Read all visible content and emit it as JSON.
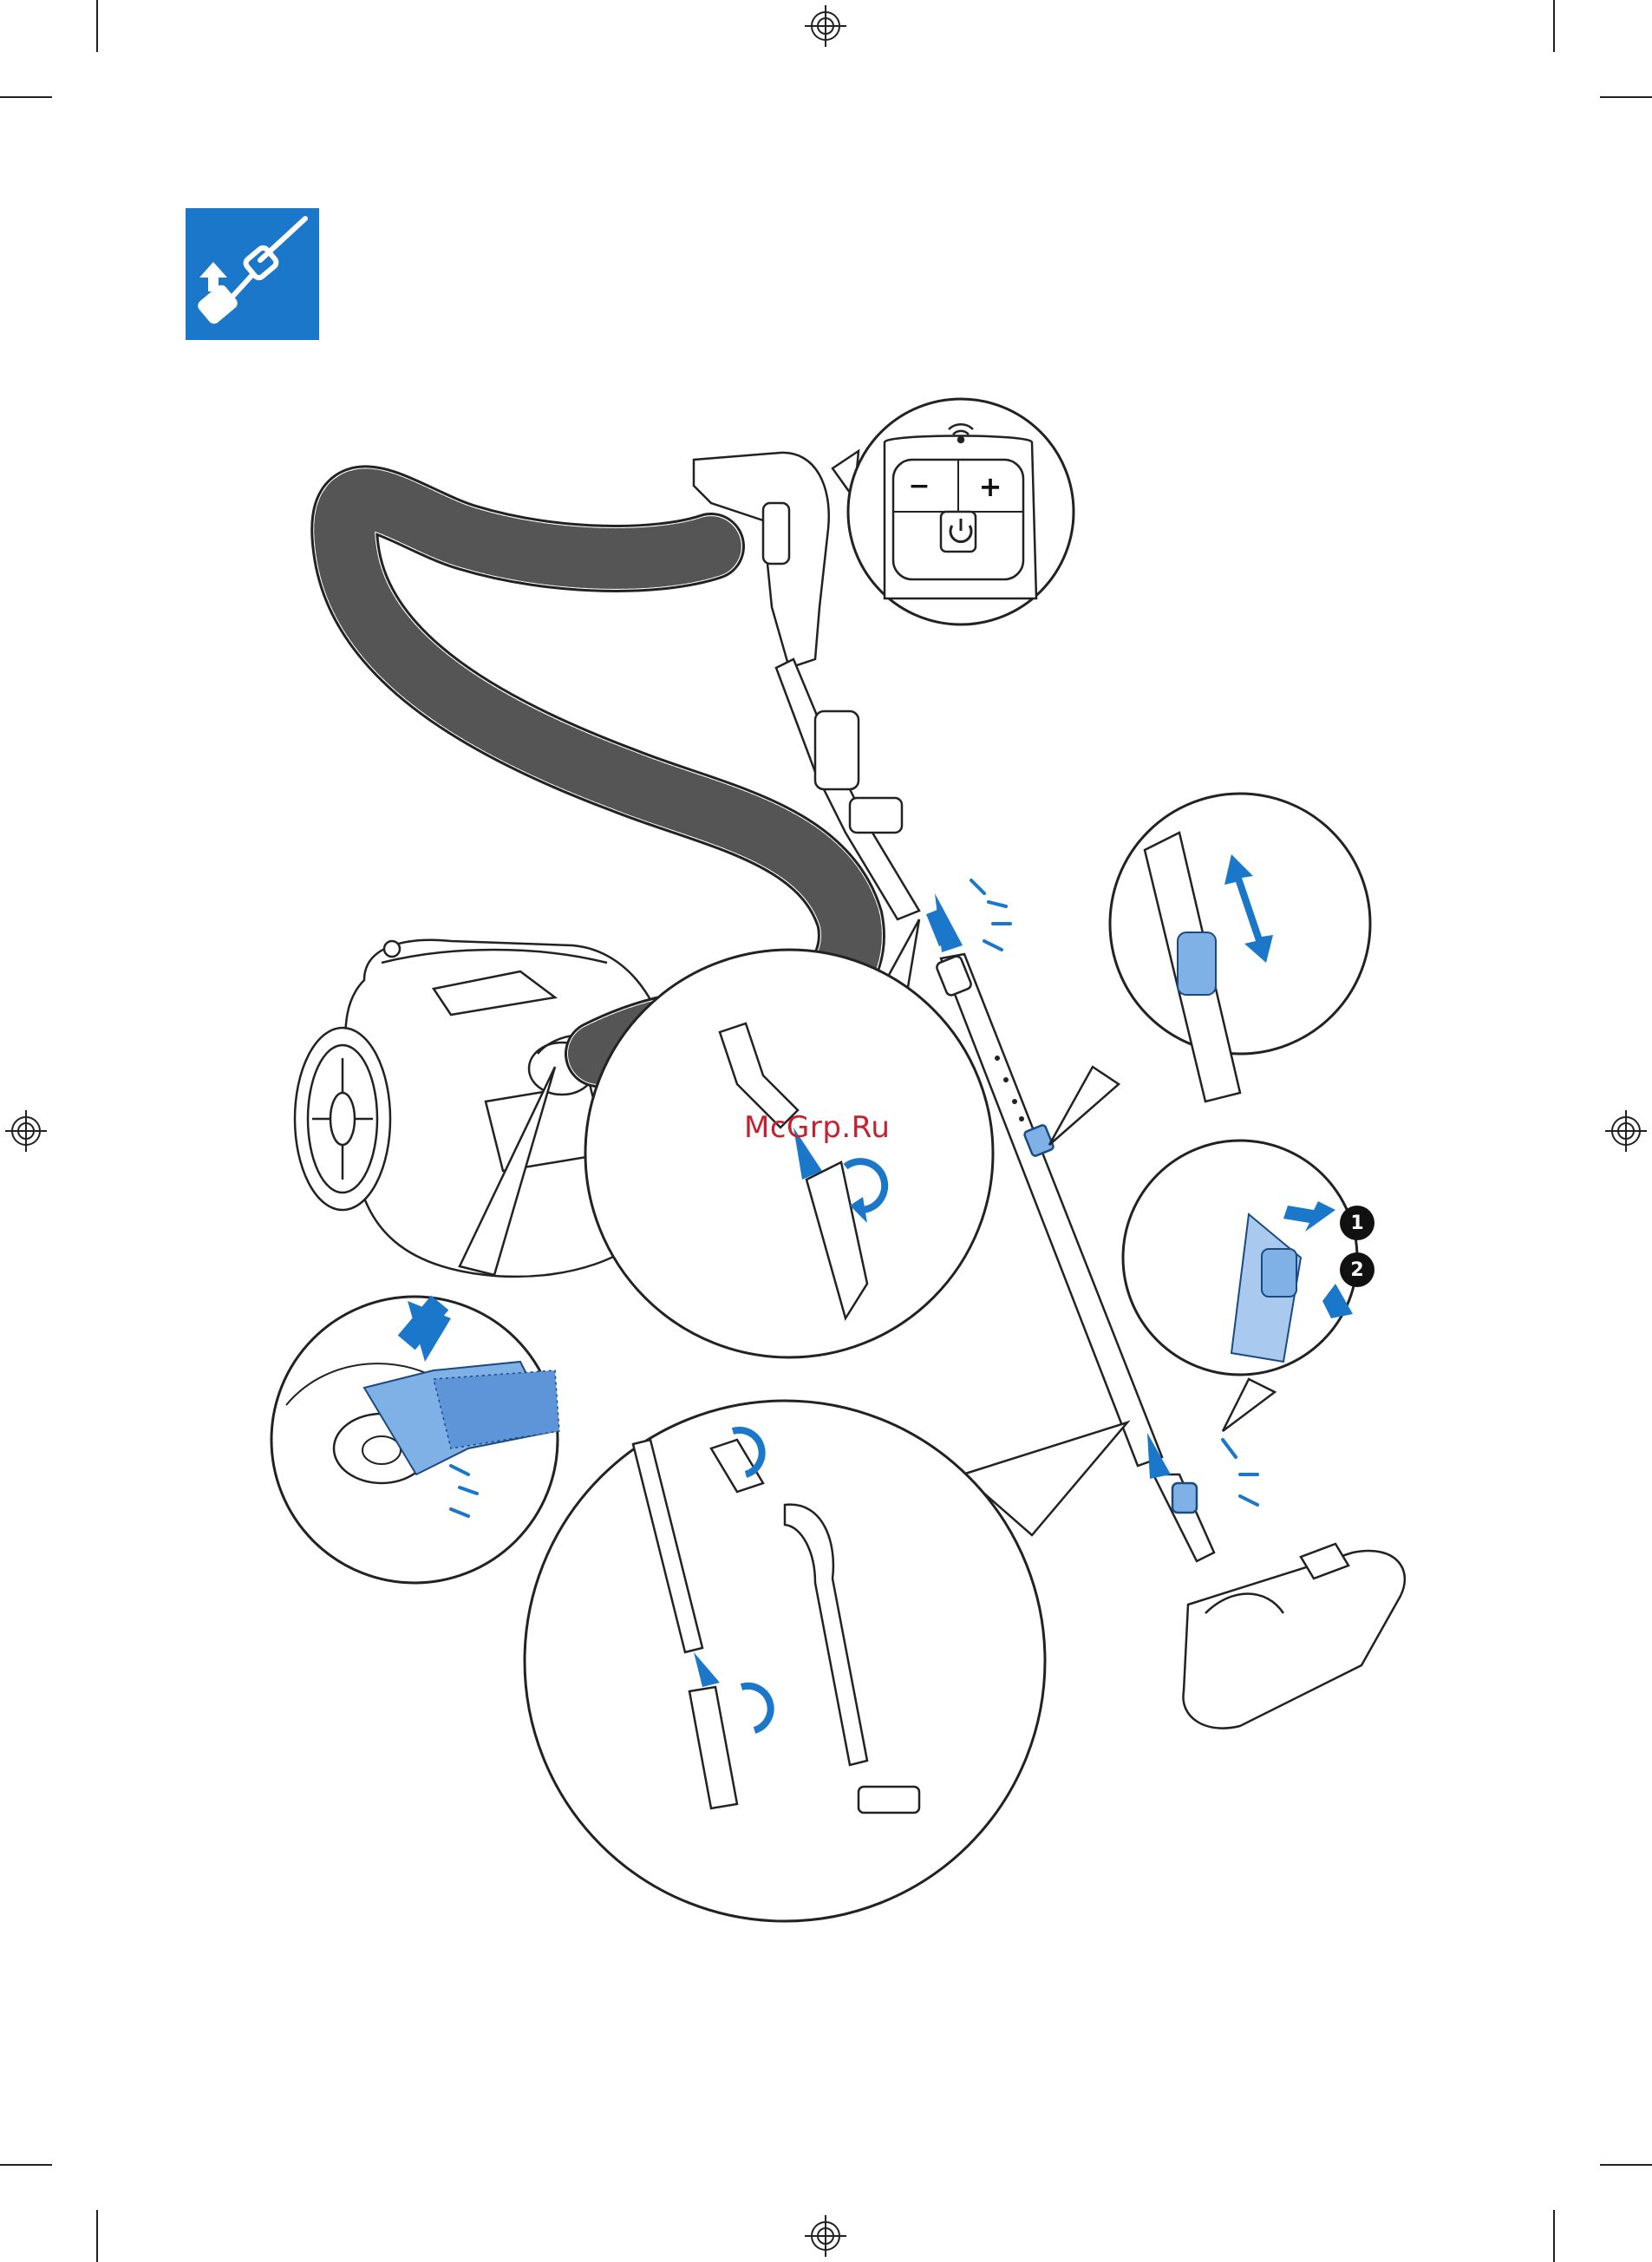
{
  "page": {
    "background": "#ffffff",
    "accent": "#1a77c9",
    "light_accent": "#7fb0e6",
    "ink": "#222222"
  },
  "section_icon": {
    "name": "hose-connection-icon",
    "color": "#1a77c9"
  },
  "handle_detail": {
    "minus_label": "−",
    "plus_label": "+",
    "icons": [
      "wifi-icon",
      "power-icon"
    ]
  },
  "step_badges": {
    "first": "1",
    "second": "2"
  },
  "watermark": "McGrp.Ru",
  "registration_marks": [
    "top",
    "bottom",
    "left",
    "right"
  ]
}
